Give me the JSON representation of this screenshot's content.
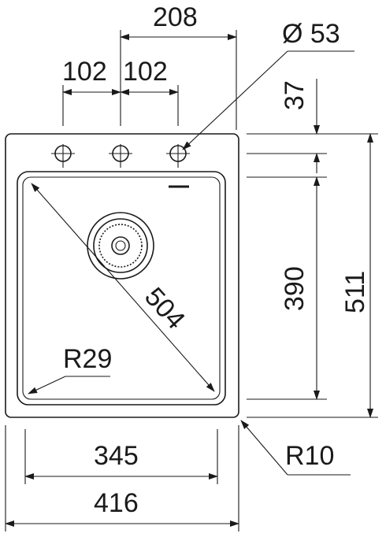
{
  "dimensions": {
    "overall_width": "416",
    "bowl_width": "345",
    "tap_spacing": "208",
    "hole_spacing_left": "102",
    "hole_spacing_right": "102",
    "hole_diameter": "Ø 53",
    "hole_offset": "37",
    "bowl_depth": "390",
    "overall_height": "511",
    "diagonal": "504",
    "inner_radius": "R29",
    "outer_radius": "R10"
  }
}
